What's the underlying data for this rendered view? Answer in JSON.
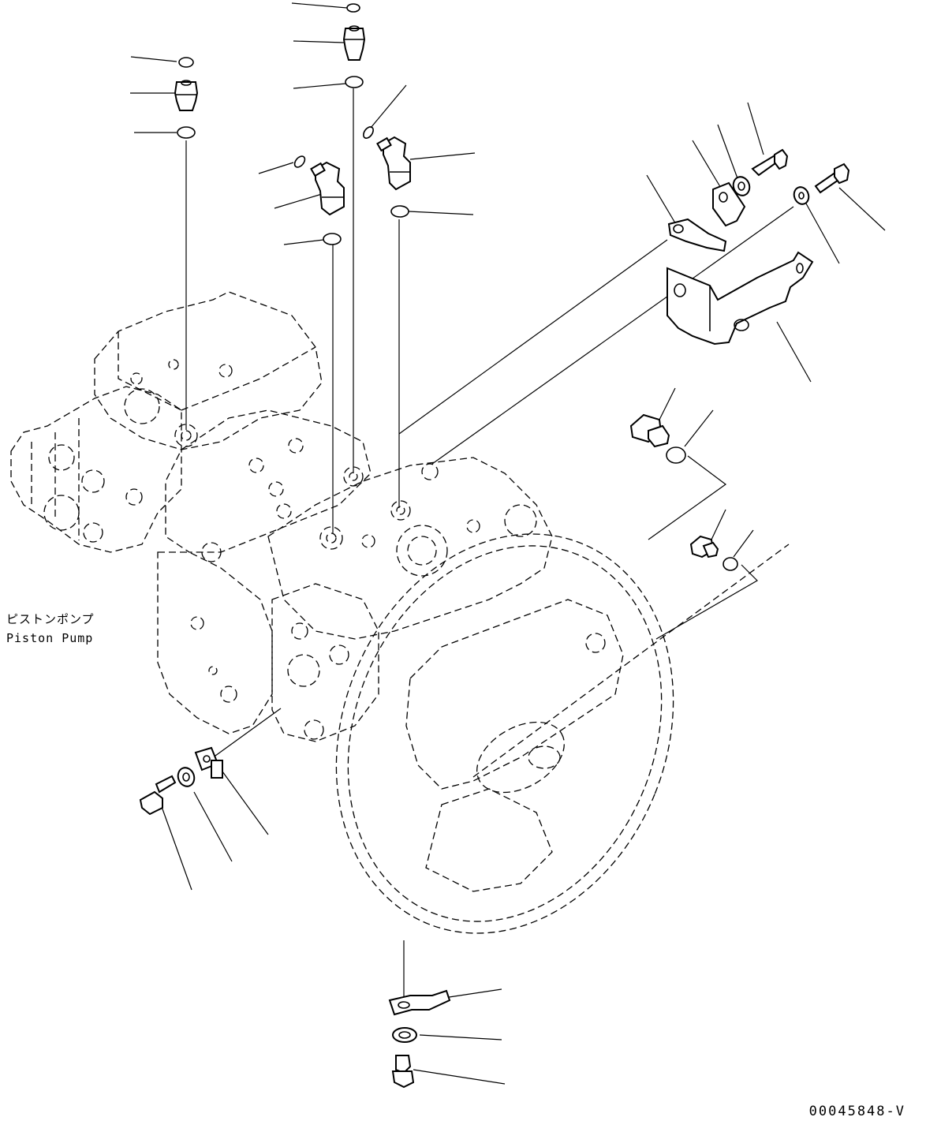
{
  "labels": {
    "part_name_jp": "ピストンポンプ",
    "part_name_en": "Piston Pump"
  },
  "drawing_number": "00045848-V",
  "icons": [
    "o-ring-icon",
    "elbow-fitting-icon",
    "straight-fitting-icon",
    "bolt-icon",
    "washer-icon",
    "clamp-icon",
    "bracket-icon",
    "plug-icon",
    "piston-pump-icon"
  ]
}
